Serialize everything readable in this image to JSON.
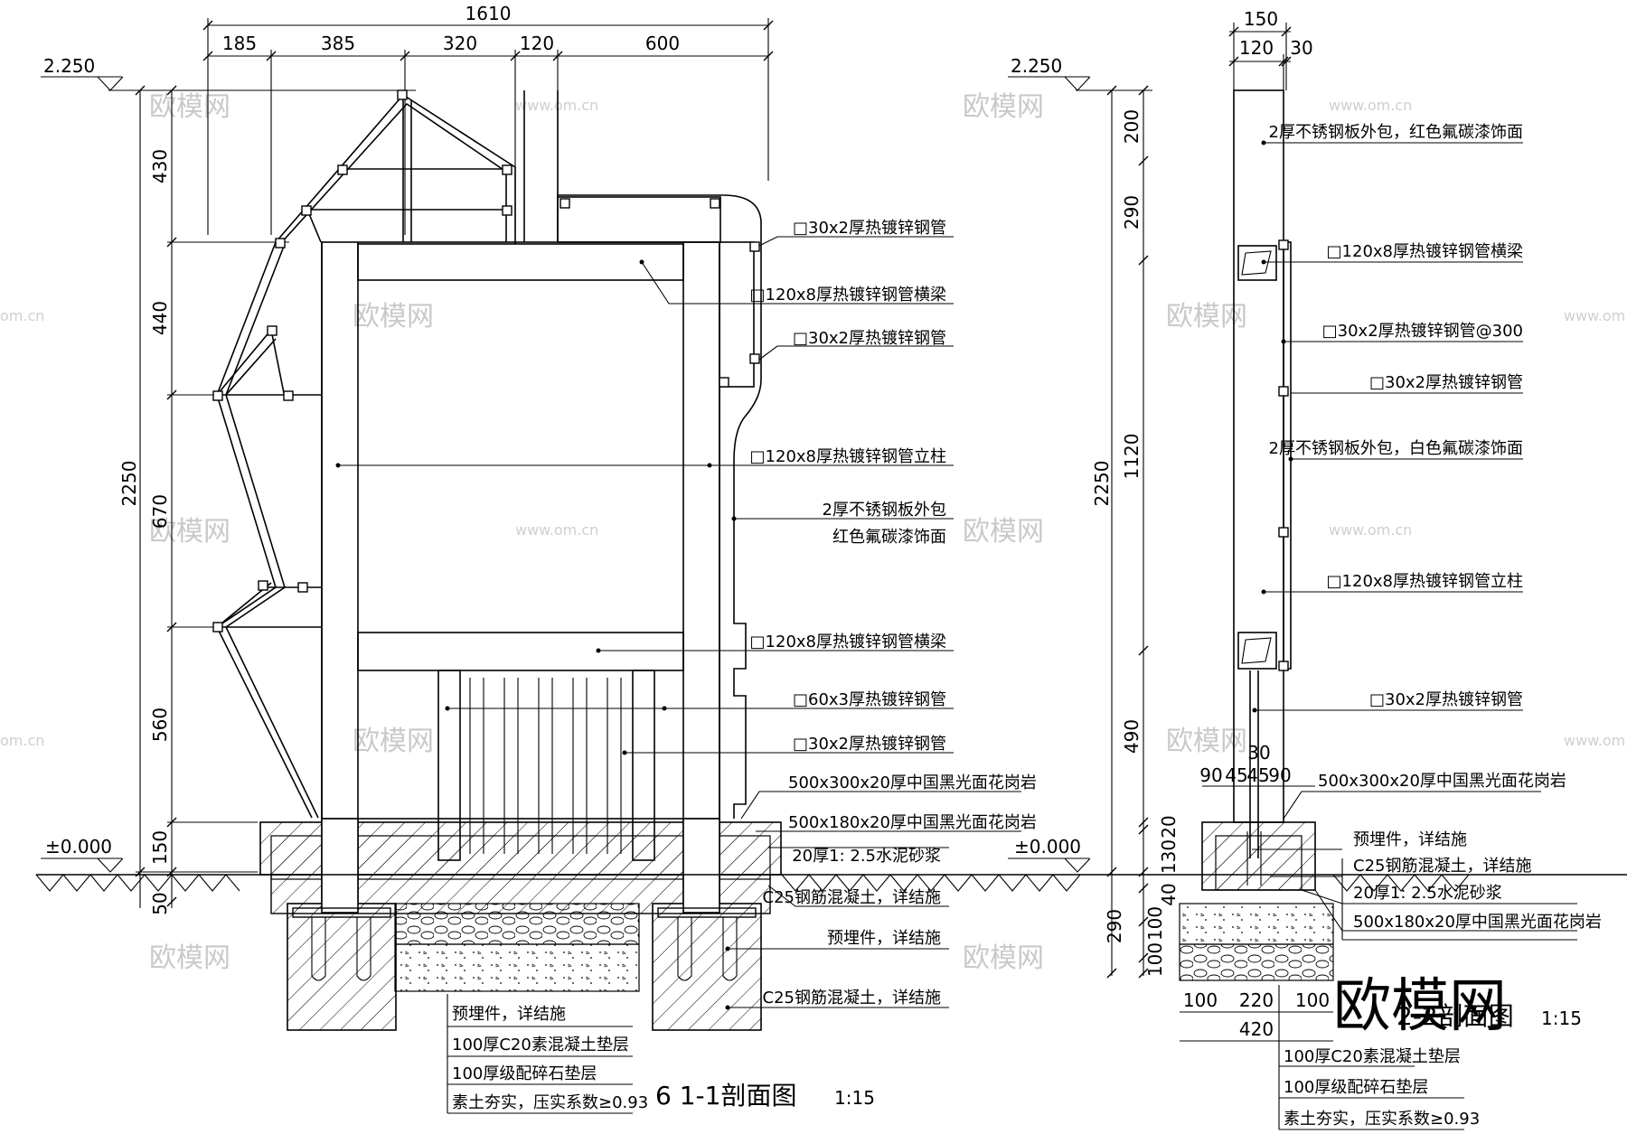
{
  "section1": {
    "title": "6  1-1剖面图",
    "scale": "1:15",
    "top_total": "1610",
    "top_dims": [
      "185",
      "385",
      "320",
      "120",
      "600"
    ],
    "left_total": "2250",
    "left_dims": [
      "430",
      "440",
      "670",
      "560",
      "150",
      "50"
    ],
    "level_top": "2.250",
    "level_ground": "±0.000",
    "callouts": [
      "□30x2厚热镀锌钢管",
      "□120x8厚热镀锌钢管横梁",
      "□30x2厚热镀锌钢管",
      "□120x8厚热镀锌钢管立柱",
      "2厚不锈钢板外包",
      "红色氟碳漆饰面",
      "□120x8厚热镀锌钢管横梁",
      "□60x3厚热镀锌钢管",
      "□30x2厚热镀锌钢管",
      "500x300x20厚中国黑光面花岗岩",
      "500x180x20厚中国黑光面花岗岩",
      "20厚1: 2.5水泥砂浆",
      "C25钢筋混凝土，详结施",
      "预埋件，详结施",
      "C25钢筋混凝土，详结施"
    ],
    "notes": [
      "预埋件，详结施",
      "100厚C20素混凝土垫层",
      "100厚级配碎石垫层",
      "素土夯实，压实系数≥0.93"
    ]
  },
  "section2": {
    "title": "2-2剖面图",
    "scale": "1:15",
    "top_total": "150",
    "top_dims": [
      "120",
      "30"
    ],
    "left_total": "2250",
    "left_dims": [
      "200",
      "290",
      "1120",
      "490",
      "20",
      "130",
      "40",
      "100",
      "290",
      "100"
    ],
    "level_top": "2.250",
    "level_ground": "±0.000",
    "small_dims": [
      "90",
      "45",
      "45",
      "90",
      "30"
    ],
    "bottom_dims": [
      "100",
      "220",
      "100"
    ],
    "bottom_total": "420",
    "callouts": [
      "2厚不锈钢板外包，红色氟碳漆饰面",
      "□120x8厚热镀锌钢管横梁",
      "□30x2厚热镀锌钢管@300",
      "□30x2厚热镀锌钢管",
      "2厚不锈钢板外包，白色氟碳漆饰面",
      "□120x8厚热镀锌钢管立柱",
      "□30x2厚热镀锌钢管",
      "500x300x20厚中国黑光面花岗岩",
      "预埋件，详结施",
      "C25钢筋混凝土，详结施",
      "20厚1: 2.5水泥砂浆",
      "500x180x20厚中国黑光面花岗岩"
    ],
    "notes": [
      "100厚C20素混凝土垫层",
      "100厚级配碎石垫层",
      "素土夯实，压实系数≥0.93"
    ]
  },
  "watermark": {
    "text": "欧模网",
    "url": "www.om.cn",
    "url_short": "om.cn",
    "logo": "欧模网"
  }
}
